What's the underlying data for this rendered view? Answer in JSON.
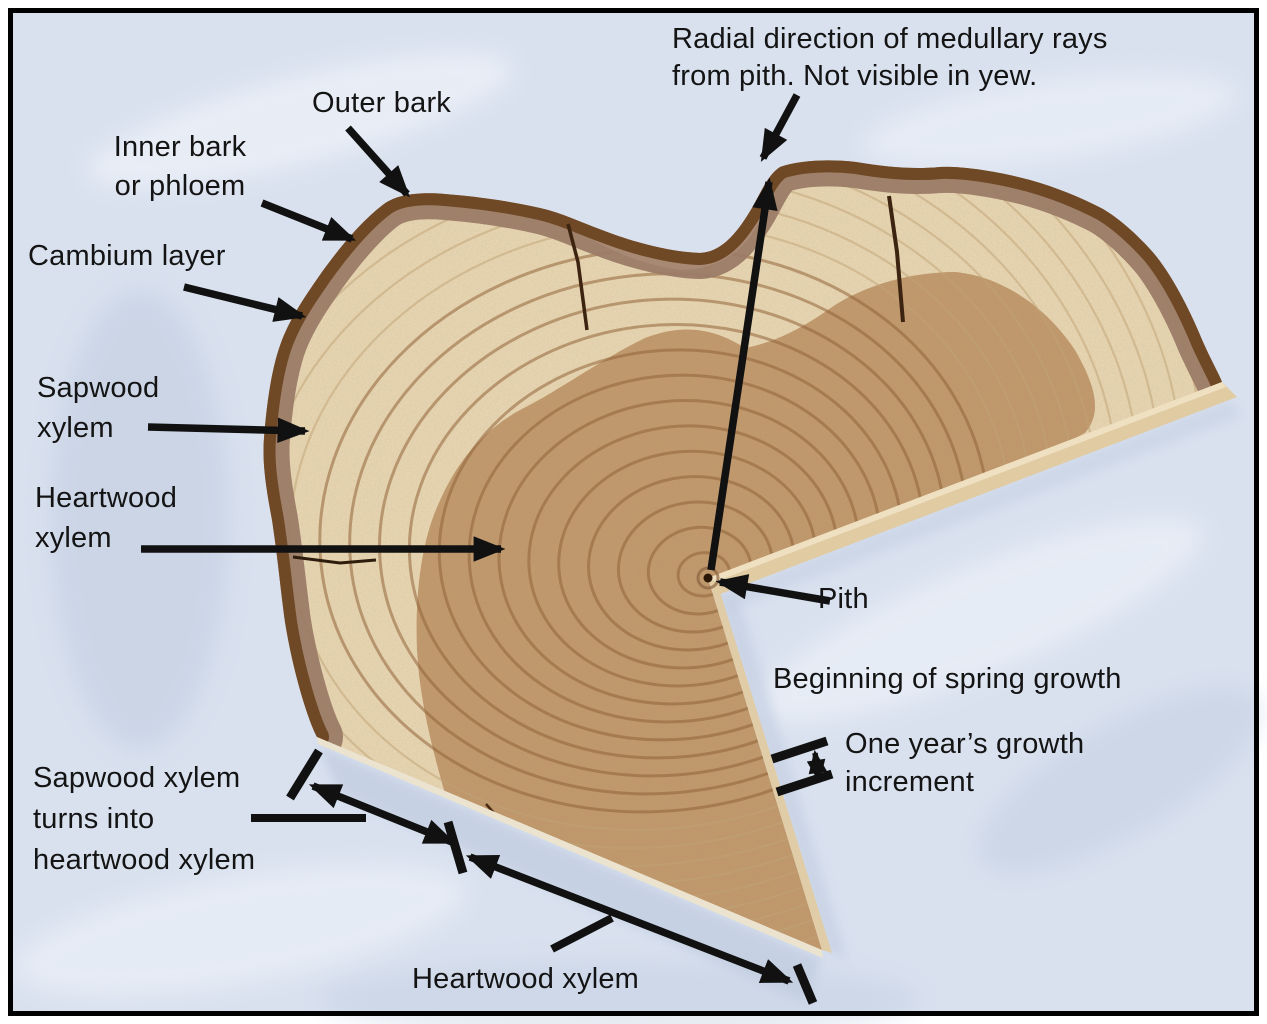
{
  "figure_title": "Tree trunk cross-section diagram (yew)",
  "labels": {
    "radial_note_line1": "Radial direction of medullary rays",
    "radial_note_line2": "from pith. Not visible in yew.",
    "outer_bark": "Outer bark",
    "inner_bark_line1": "Inner bark",
    "inner_bark_line2": "or phloem",
    "cambium": "Cambium layer",
    "sapwood_line1": "Sapwood",
    "sapwood_line2": "xylem",
    "heartwood_line1": "Heartwood",
    "heartwood_line2": "xylem",
    "pith": "Pith",
    "spring_growth": "Beginning of spring growth",
    "one_year_line1": "One year’s growth",
    "one_year_line2": "increment",
    "sapwood_turns_line1": "Sapwood xylem",
    "sapwood_turns_line2": "turns into",
    "sapwood_turns_line3": "heartwood xylem",
    "heartwood_bottom": "Heartwood xylem"
  },
  "colors": {
    "frame": "#000000",
    "cloth": "#d9e1ef",
    "cloth-shadow": "#bfcbdf",
    "cloth-highlight": "#f2f5fa",
    "bark-outer": "#6f4826",
    "bark-inner": "#9b7b66",
    "bark-dip": "#a98a74",
    "sapwood": "#ead9b6",
    "heartwood": "#c29a6e",
    "ring-heartwood": "#8f6136",
    "ring-sapwood": "#c2a577",
    "cut-face": "#e0cba3",
    "pith-dot": "#2a1708",
    "annotation": "#111111"
  }
}
